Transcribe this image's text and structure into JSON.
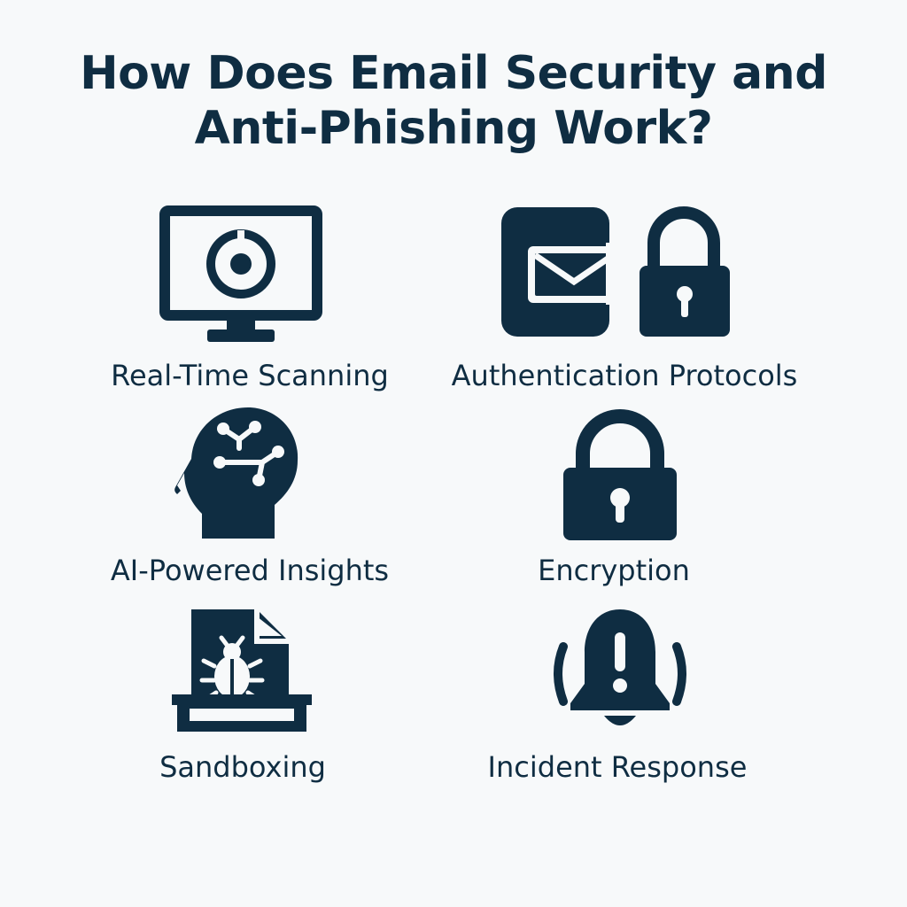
{
  "title": {
    "line1": "How Does Email Security and",
    "line2": "Anti-Phishing Work?"
  },
  "items": [
    {
      "label": "Real-Time Scanning",
      "icon": "monitor-scan-icon"
    },
    {
      "label": "Authentication Protocols",
      "icon": "email-lock-icon"
    },
    {
      "label": "AI-Powered Insights",
      "icon": "ai-head-icon"
    },
    {
      "label": "Encryption",
      "icon": "padlock-icon"
    },
    {
      "label": "Sandboxing",
      "icon": "sandbox-bug-icon"
    },
    {
      "label": "Incident Response",
      "icon": "alert-bell-icon"
    }
  ],
  "colors": {
    "background": "#f7f9fa",
    "ink": "#0f2d42"
  }
}
